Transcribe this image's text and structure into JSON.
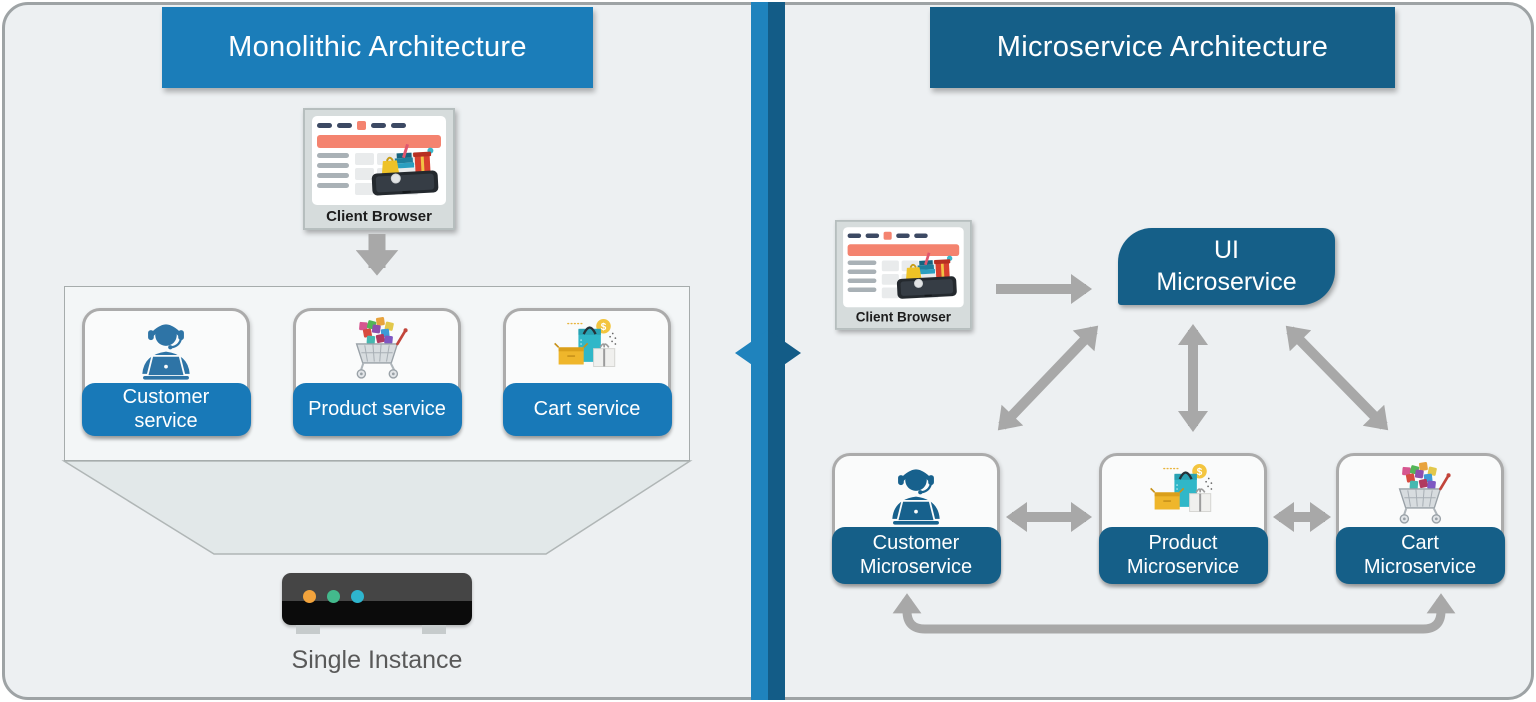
{
  "monolithic": {
    "title": "Monolithic Architecture",
    "client_browser_label": "Client Browser",
    "services": [
      {
        "label": "Customer\nservice",
        "icon": "support-agent-icon"
      },
      {
        "label": "Product service",
        "icon": "cart-items-icon"
      },
      {
        "label": "Cart service",
        "icon": "bag-box-gift-icon"
      }
    ],
    "instance_label": "Single Instance"
  },
  "microservice": {
    "title": "Microservice Architecture",
    "client_browser_label": "Client Browser",
    "ui_service_label": "UI\nMicroservice",
    "services": [
      {
        "label": "Customer\nMicroservice",
        "icon": "support-agent-icon"
      },
      {
        "label": "Product\nMicroservice",
        "icon": "bag-box-gift-icon"
      },
      {
        "label": "Cart\nMicroservice",
        "icon": "cart-items-icon"
      }
    ]
  },
  "icons": {
    "coin_symbol": "$",
    "client_browser": "browser-window-with-shopping-illustration",
    "single_instance": "server-icon"
  },
  "colors": {
    "monolithic_blue": "#1B7DB9",
    "microservice_blue": "#155F88",
    "divider_light": "#1F83BD",
    "divider_dark": "#135C87",
    "arrow_gray": "#A8A8A8",
    "panel_background": "#EDF0F2",
    "banner_salmon": "#F4836F",
    "server_dots": [
      "#F2A33C",
      "#43B98C",
      "#2EB5CE"
    ],
    "caption_gray": "#595959"
  }
}
